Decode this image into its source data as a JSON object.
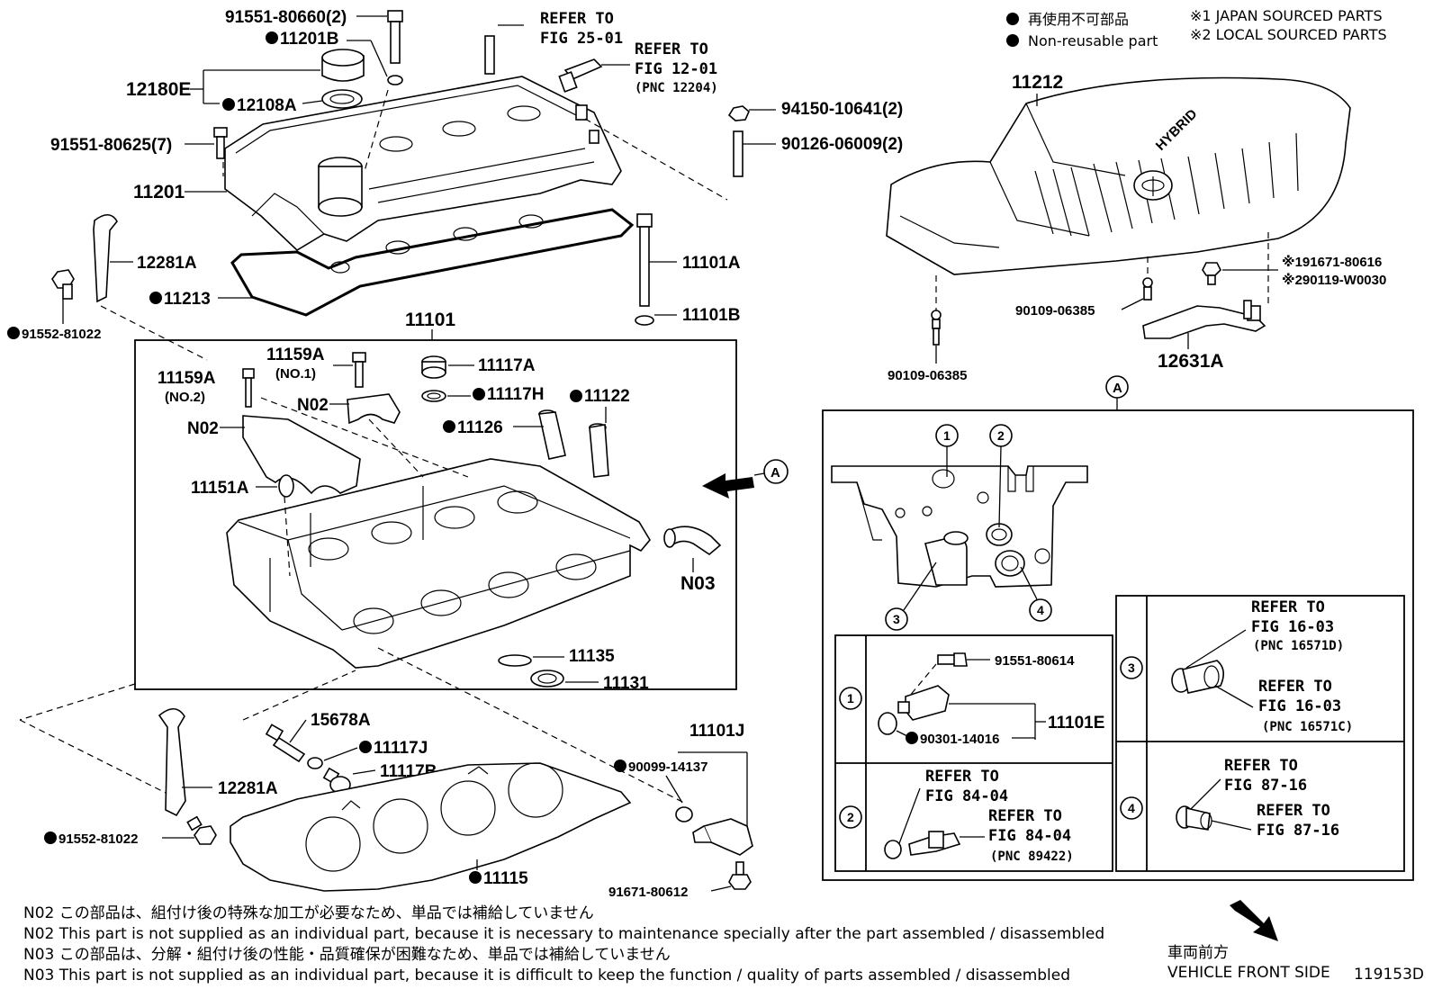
{
  "legend": {
    "non_reusable_jp": "再使用不可部品",
    "non_reusable_en": "Non-reusable part",
    "note1": "※1 JAPAN SOURCED PARTS",
    "note2": "※2 LOCAL SOURCED PARTS"
  },
  "labels": {
    "p91551_80660": "91551-80660(2)",
    "p11201B": "11201B",
    "p12180E": "12180E",
    "p12108A": "12108A",
    "p91551_80625": "91551-80625(7)",
    "p11201": "11201",
    "p12281A_top": "12281A",
    "p11213": "11213",
    "p91552_81022_top": "91552-81022",
    "p94150_10641": "94150-10641(2)",
    "p90126_06009": "90126-06009(2)",
    "p11101A": "11101A",
    "p11101B": "11101B",
    "p11101": "11101",
    "p11159A_no1": "11159A",
    "no1": "(NO.1)",
    "p11159A_no2": "11159A",
    "no2": "(NO.2)",
    "n02_a": "N02",
    "n02_b": "N02",
    "p11117A": "11117A",
    "p11117H": "11117H",
    "p11122": "11122",
    "p11126": "11126",
    "p11151A": "11151A",
    "n03": "N03",
    "p11135": "11135",
    "p11131": "11131",
    "p15678A": "15678A",
    "p11117J": "11117J",
    "p11117B": "11117B",
    "p12281A_bot": "12281A",
    "p91552_81022_bot": "91552-81022",
    "p11115": "11115",
    "p11101J": "11101J",
    "p90099_14137": "90099-14137",
    "p91671_80612": "91671-80612",
    "p11212": "11212",
    "p91671_80616": "※191671-80616",
    "p90119_W0030": "※290119-W0030",
    "p90109_06385_a": "90109-06385",
    "p90109_06385_b": "90109-06385",
    "p12631A": "12631A",
    "view_a": "A",
    "view_a_box": "A",
    "c1": "1",
    "c2": "2",
    "c3": "3",
    "c4": "4",
    "r1": "1",
    "r2": "2",
    "r3": "3",
    "r4": "4",
    "p91551_80614": "91551-80614",
    "p11101E": "11101E",
    "p90301_14016": "90301-14016",
    "hybrid": "HYBRID"
  },
  "refer": {
    "refer_to": "REFER TO",
    "fig_25_01": "FIG 25-01",
    "fig_12_01": "FIG 12-01",
    "pnc_12204": "(PNC 12204)",
    "fig_16_03": "FIG 16-03",
    "pnc_16571D": "(PNC 16571D)",
    "pnc_16571C": "(PNC 16571C)",
    "fig_84_04": "FIG 84-04",
    "pnc_89422": "(PNC 89422)",
    "fig_87_16": "FIG 87-16"
  },
  "notes": {
    "n02_jp": "N02  この部品は、組付け後の特殊な加工が必要なため、単品では補給していません",
    "n02_en": "N02  This part is not supplied as an individual part, because it is necessary to maintenance specially after the part assembled / disassembled",
    "n03_jp": "N03  この部品は、分解・組付け後の性能・品質確保が困難なため、単品では補給していません",
    "n03_en": "N03  This part is not supplied as an individual part, because it is difficult to keep the function / quality of parts  assembled / disassembled"
  },
  "footer": {
    "front_jp": "車両前方",
    "front_en": "VEHICLE FRONT SIDE",
    "fig_code": "119153D"
  }
}
